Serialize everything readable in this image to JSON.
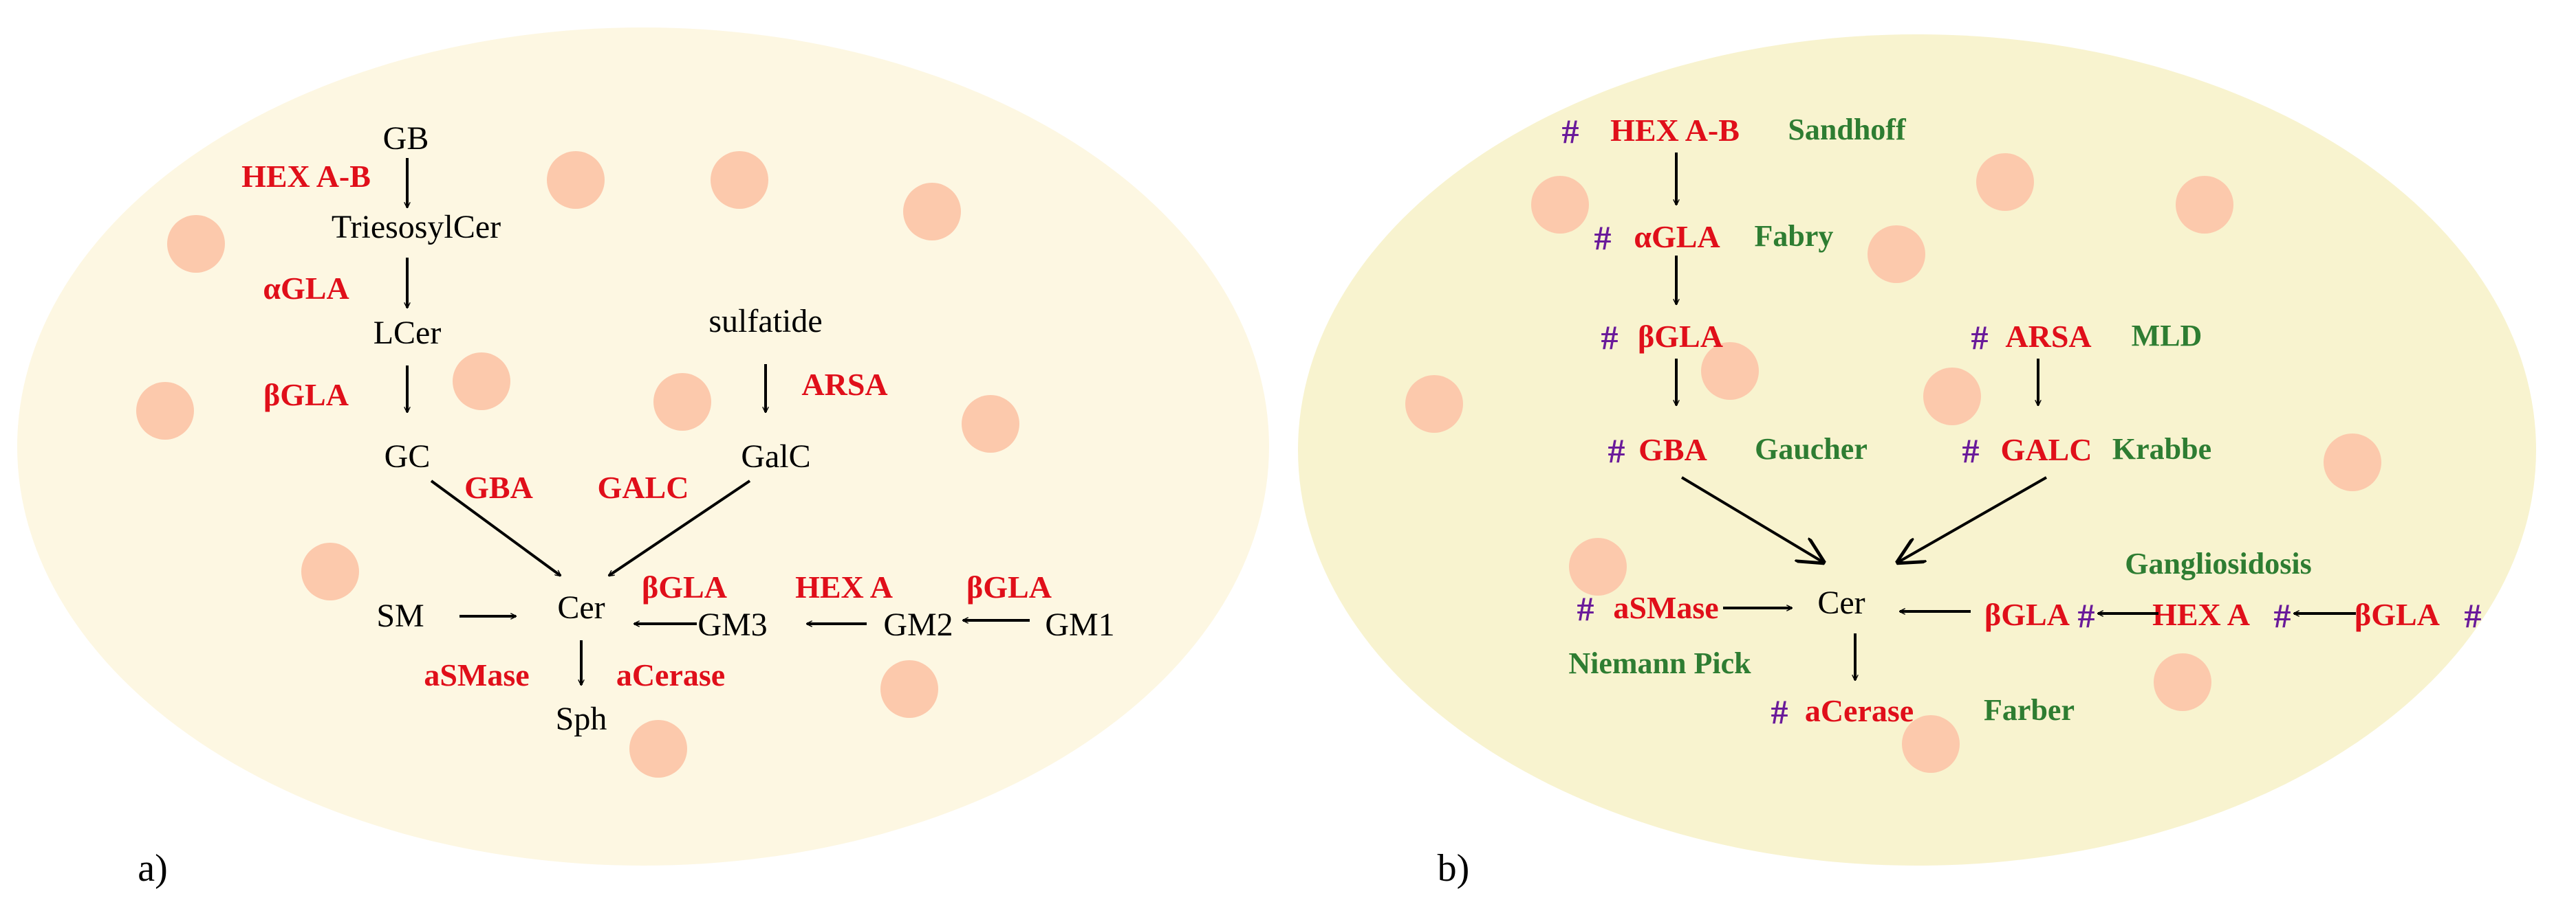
{
  "colors": {
    "cell_a": "#fdf7e2",
    "cell_b": "#f8f3cf",
    "vesicle": "#fcc9ac",
    "enzyme": "#e00f1a",
    "disease": "#2e7d32",
    "marker": "#6a1b9a"
  },
  "panel_a": {
    "label": "a)",
    "metabolites": {
      "gb": "GB",
      "triesosylcer": "TriesosylCer",
      "lcer": "LCer",
      "gc": "GC",
      "sulfatide": "sulfatide",
      "galc": "GalC",
      "sm": "SM",
      "cer": "Cer",
      "gm3": "GM3",
      "gm2": "GM2",
      "gm1": "GM1",
      "sph": "Sph"
    },
    "enzymes": {
      "hexab": "HEX A-B",
      "agla": "αGLA",
      "bgla1": "βGLA",
      "gba": "GBA",
      "arsa": "ARSA",
      "galc": "GALC",
      "bgla2": "βGLA",
      "hexa": "HEX A",
      "bgla3": "βGLA",
      "asmase": "aSMase",
      "acerase": "aCerase"
    }
  },
  "panel_b": {
    "label": "b)",
    "marker": "#",
    "enzymes": {
      "hexab": "HEX A-B",
      "agla": "αGLA",
      "bgla1": "βGLA",
      "arsa": "ARSA",
      "gba": "GBA",
      "galc": "GALC",
      "asmase": "aSMase",
      "bgla2": "βGLA",
      "hexa": "HEX A",
      "bgla3": "βGLA",
      "acerase": "aCerase"
    },
    "diseases": {
      "sandhoff": "Sandhoff",
      "fabry": "Fabry",
      "mld": "MLD",
      "gaucher": "Gaucher",
      "krabbe": "Krabbe",
      "gangliosidosis": "Gangliosidosis",
      "niemann_pick": "Niemann Pick",
      "farber": "Farber"
    },
    "metabolites": {
      "cer": "Cer"
    }
  }
}
